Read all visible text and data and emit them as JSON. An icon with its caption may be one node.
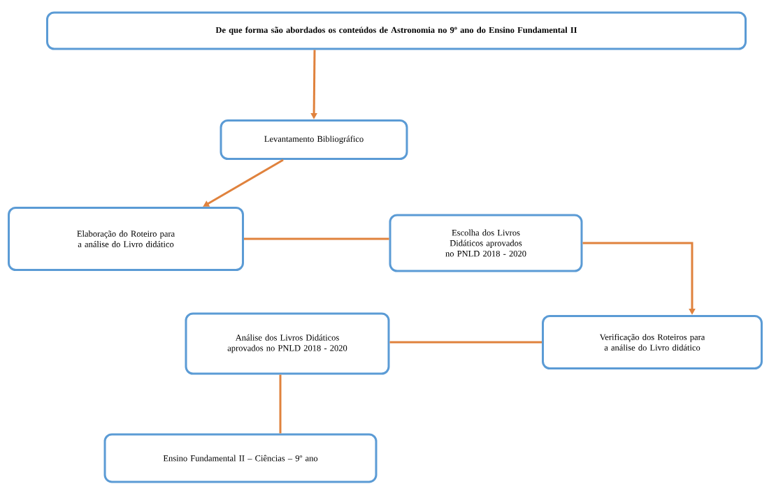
{
  "diagram": {
    "nodes": [
      {
        "text": [
          "De que forma são abordados os conteúdos de Astronomia no 9º ano do Ensino Fundamental II"
        ]
      },
      {
        "text": [
          "Levantamento Bibliográfico"
        ]
      },
      {
        "text": [
          "Elaboração do Roteiro para a análise do Livro didático"
        ]
      },
      {
        "text": [
          "Escolha dos Livros Didáticos aprovados no PNLD 2018 - 2020"
        ]
      },
      {
        "text": [
          "Verificação dos Roteiros para a análise do Livro didático"
        ]
      },
      {
        "text": [
          "Análise dos Livros Didáticos aprovados no PNLD 2018 - 2020"
        ]
      },
      {
        "text": [
          "Ensino Fundamental II – Ciências – 9º ano"
        ]
      }
    ],
    "edges": [
      {
        "from": 0,
        "to": 1,
        "arrow": "to"
      },
      {
        "from": 1,
        "to": 2,
        "arrow": "to"
      },
      {
        "from": 2,
        "to": 3,
        "arrow": "none"
      },
      {
        "from": 3,
        "to": 4,
        "arrow": "to"
      },
      {
        "from": 4,
        "to": 5,
        "arrow": "none"
      },
      {
        "from": 5,
        "to": 6,
        "arrow": "none"
      }
    ]
  }
}
